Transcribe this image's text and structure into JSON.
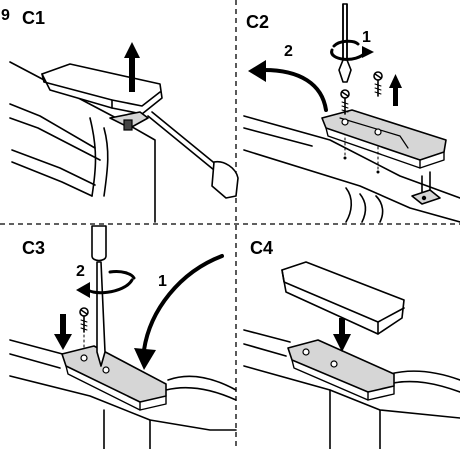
{
  "page_marker": "9",
  "panels": [
    {
      "id": "C1",
      "label": "C1",
      "steps": []
    },
    {
      "id": "C2",
      "label": "C2",
      "steps": [
        "1",
        "2"
      ]
    },
    {
      "id": "C3",
      "label": "C3",
      "steps": [
        "1",
        "2"
      ]
    },
    {
      "id": "C4",
      "label": "C4",
      "steps": []
    }
  ],
  "icons": [
    "up-arrow-icon",
    "down-arrow-icon",
    "rotate-arrow-icon",
    "curved-arrow-icon",
    "screwdriver-icon",
    "screw-icon"
  ],
  "colors": {
    "line": "#000000",
    "part_fill": "#d6d6d6",
    "background": "#ffffff"
  }
}
